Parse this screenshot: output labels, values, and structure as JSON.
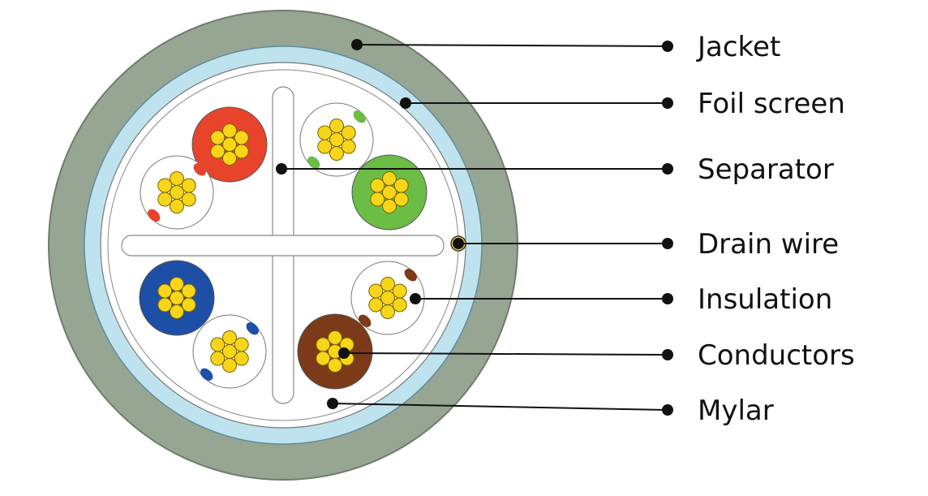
{
  "title": "Shielded twisted pair cable cross-section",
  "labels": {
    "jacket": "Jacket",
    "foil": "Foil screen",
    "separator": "Separator",
    "drain": "Drain wire",
    "insulation": "Insulation",
    "conductors": "Conductors",
    "mylar": "Mylar"
  },
  "colors": {
    "jacket": "#97a593",
    "foil": "#bfe3ee",
    "conductor": "#f7d51a",
    "red": "#e8442c",
    "green": "#6bbd45",
    "blue": "#1d4fa6",
    "brown": "#7c3a18"
  },
  "pairs": [
    {
      "color": "red",
      "solid": [
        283,
        178
      ],
      "striped": [
        218,
        237
      ]
    },
    {
      "color": "green",
      "solid": [
        480,
        237
      ],
      "striped": [
        415,
        172
      ]
    },
    {
      "color": "blue",
      "solid": [
        218,
        367
      ],
      "striped": [
        283,
        433
      ]
    },
    {
      "color": "brown",
      "solid": [
        413,
        433
      ],
      "striped": [
        478,
        367
      ]
    }
  ]
}
